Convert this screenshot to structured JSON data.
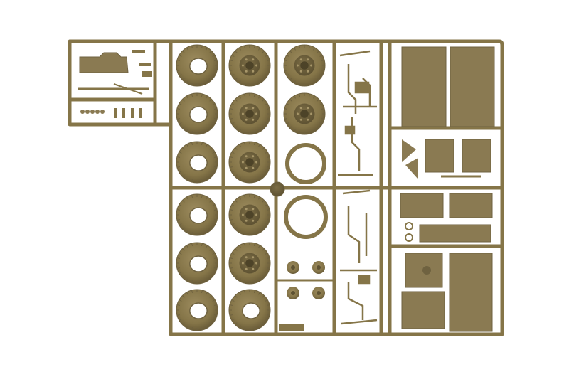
{
  "scene": {
    "subject": "model-kit-sprue",
    "background_color": "#ffffff",
    "plastic_color": "#8a7a52",
    "plastic_shadow": "#6f6240",
    "plastic_highlight": "#a8976a"
  },
  "parts": {
    "tires_open": 6,
    "wheels_with_hub": 6,
    "wheels_outer_column": 2,
    "rings": 2,
    "small_wheels": 4,
    "panels_large": 2,
    "panels_small": 6
  }
}
